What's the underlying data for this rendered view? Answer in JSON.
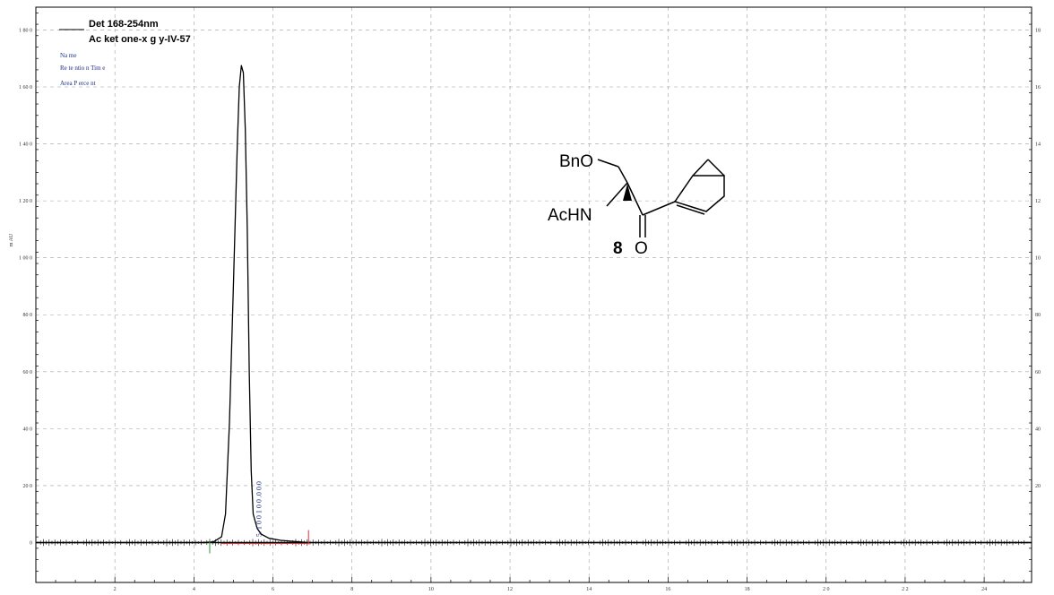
{
  "chart_data": {
    "type": "line",
    "title": "",
    "xlabel": "",
    "ylabel": "m AU",
    "xlim": [
      0,
      25.2
    ],
    "ylim": [
      -14,
      188
    ],
    "x_ticks": [
      2,
      4,
      6,
      8,
      10,
      12,
      14,
      16,
      18,
      20,
      22,
      24
    ],
    "x_tick_labels": [
      "2",
      "4",
      "6",
      "8",
      "10",
      "12",
      "14",
      "16",
      "18",
      "2 0",
      "2 2",
      "24"
    ],
    "y_ticks": [
      0,
      20,
      40,
      60,
      80,
      100,
      120,
      140,
      160,
      180
    ],
    "y_tick_labels": [
      "0",
      "20 0",
      "40 0",
      "60 0",
      "80 0",
      "1 00 0",
      "1 20 0",
      "1 40 0",
      "1 60 0",
      "1 80 0"
    ],
    "right_tick_labels": [
      "",
      "20",
      "40",
      "60",
      "80",
      "10",
      "12",
      "14",
      "16",
      "18"
    ],
    "grid": true,
    "legend": {
      "placement": "top-left",
      "entries": [
        "Det 168-254nm",
        "Ac ket one-x g y-IV-57"
      ],
      "fields": [
        "Na me",
        "Re te ntio n Tim e",
        "Area P erce nt"
      ]
    },
    "series": [
      {
        "name": "Det 168-254nm",
        "x": [
          0,
          4.2,
          4.5,
          4.7,
          4.8,
          4.9,
          5.0,
          5.1,
          5.15,
          5.2,
          5.25,
          5.3,
          5.35,
          5.4,
          5.45,
          5.5,
          5.6,
          5.7,
          5.9,
          6.2,
          6.9,
          25.2
        ],
        "y": [
          0,
          0,
          0.3,
          2,
          10,
          42,
          90,
          140,
          160,
          167.5,
          165,
          145,
          110,
          60,
          25,
          10,
          5,
          3,
          1.5,
          0.8,
          0,
          0
        ]
      }
    ],
    "peak_annotations": [
      {
        "x": 5.25,
        "label": "5. 1 0 0 1 0 0 .0 0 0"
      }
    ]
  },
  "structure": {
    "labels": {
      "bno": "BnO",
      "achn": "AcHN",
      "o": "O",
      "compound_number": "8"
    }
  }
}
